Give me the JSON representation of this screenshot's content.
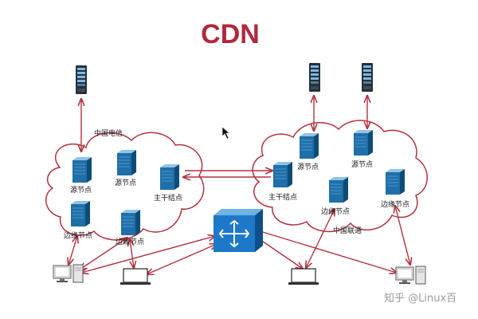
{
  "title": "CDN",
  "colors": {
    "title": "#b0283a",
    "arrow": "#b0323f",
    "server_front": "#1f6fa8",
    "router": "#1e78c8"
  },
  "clouds": {
    "telecom": {
      "label": "中国电信"
    },
    "unicom": {
      "label": "中国联通"
    }
  },
  "nodes": {
    "telecom_source_1": "源节点",
    "telecom_source_2": "源节点",
    "telecom_backbone": "主干结点",
    "telecom_edge_1": "边缘节点",
    "telecom_edge_2": "边缘节点",
    "unicom_source_1": "源节点",
    "unicom_source_2": "源节点",
    "unicom_backbone": "主干结点",
    "unicom_edge_1": "边缘节点",
    "unicom_edge_2": "边缘节点"
  },
  "origin_servers": [
    "rack-server-icon",
    "rack-server-icon",
    "rack-server-icon"
  ],
  "clients": [
    "desktop-pc-icon",
    "laptop-icon",
    "laptop-icon",
    "desktop-pc-icon"
  ],
  "router": "router-switch-icon",
  "watermark": "知乎 @Linux百"
}
